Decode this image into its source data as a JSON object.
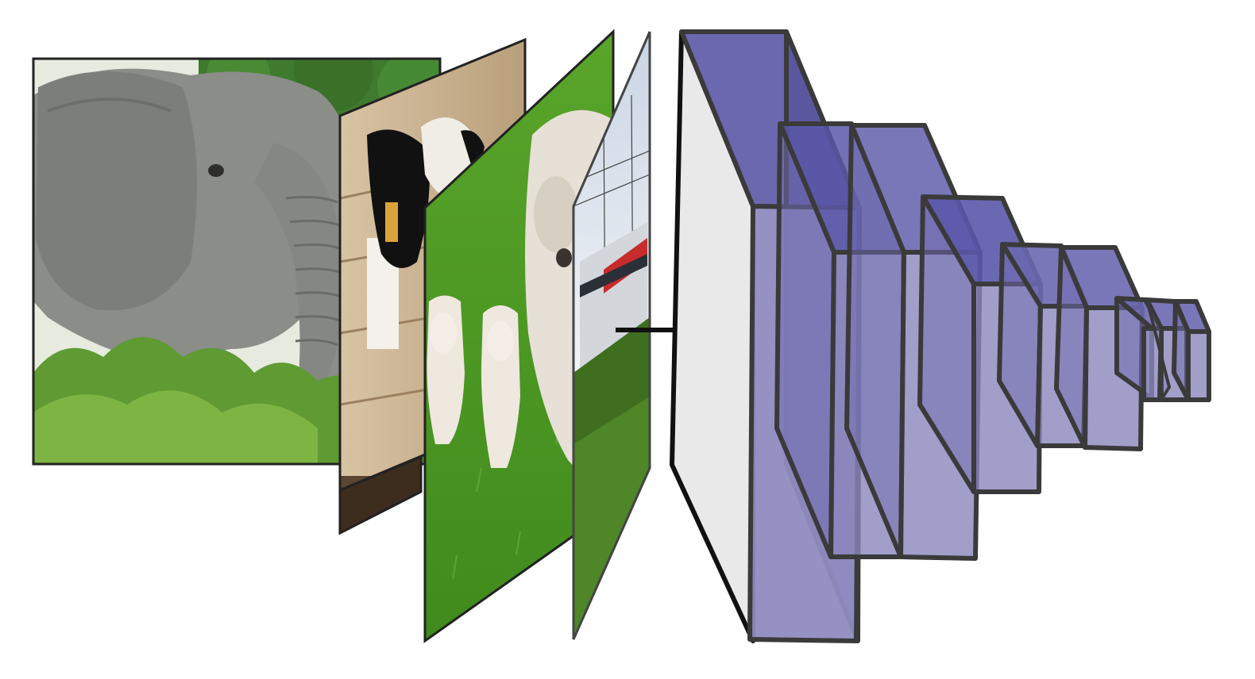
{
  "diagram": {
    "kind": "cnn-architecture-illustration",
    "input_images": [
      {
        "subject": "elephant"
      },
      {
        "subject": "cow"
      },
      {
        "subject": "sheep-and-lambs"
      },
      {
        "subject": "train"
      }
    ],
    "network_layers": [
      {
        "role": "input-plane",
        "color": "#e9e9e9"
      },
      {
        "role": "feature-block",
        "color": "#6b68b0"
      },
      {
        "role": "feature-block",
        "color": "#6b68b0"
      },
      {
        "role": "feature-block",
        "color": "#6b68b0"
      },
      {
        "role": "feature-block",
        "color": "#6b68b0"
      },
      {
        "role": "feature-block",
        "color": "#6b68b0"
      },
      {
        "role": "feature-block",
        "color": "#6b68b0"
      },
      {
        "role": "feature-block",
        "color": "#6b68b0"
      }
    ],
    "colors": {
      "block_fill": "#6b68b0",
      "block_front": "#8f8bc0",
      "block_edge": "#3a3a3a",
      "input_plane": "#e9e9e9",
      "grass": "#4e9a23",
      "elephant": "#8a8c88"
    }
  }
}
